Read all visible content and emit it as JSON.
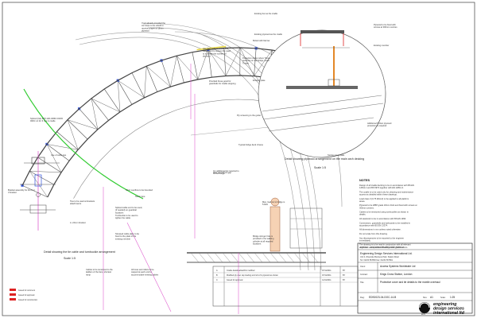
{
  "sheet": {
    "colors": {
      "line": "#444444",
      "pink": "#e060d0",
      "green": "#33cc33",
      "blue": "#3355dd",
      "orange": "#e07a10",
      "cyan": "#33bbdd",
      "yellow": "#e8d84a",
      "red": "#dd2222"
    }
  },
  "left_detail": {
    "caption": "Detail showing the tie cable and turnbuckle arrangement",
    "scale": "Scale 1:5"
  },
  "right_detail": {
    "caption": "Detail showing plywood arrangement on the main arch decking",
    "scale": "Scale 1:5"
  },
  "annotations": [
    "If not already provided the car stops to be rebuilt to receive a layer of 18mm plywood",
    "Use the cradle to check the weight and to reduce the need to increase the number of plywood",
    "Protection decks where Tolma, assumes on the bridge, head Timber",
    "Provided these good for guardrails for cradle stopping",
    "Ply screening to the gutter",
    "Typical bridge deck l-frame",
    "Spliced (Gk) EDY-A01-MDR-C0203 0049 1-2 for 6 nos in cradle",
    "Also sand 5mm gap",
    "Bracket assembly for the 2 or 3 bracket",
    "Ties to be used at brackets attachments",
    "A. 24mm bracket",
    "Stock rope",
    "Use of cable ties",
    "Short overflow to be bounded",
    "Spliced cable end to be used, (if needed) on guardrail locations",
    "Turnbuckle to be used to tighten the cable",
    "Stressed cable plate to be fixed to the plate of the existing member",
    "Cables to be tensioned to the ladders of the fans, shortest ramp",
    "All tress and rollers to be capped at each end to accommodate existing cables",
    "Inn additional ply required to fill the bridge",
    "Max. load on to bridge is 5.0kN",
    "Bridge stringer hole is provided in the walking cylinder at all required locations",
    "Existing bar as the cradle",
    "Existing plywood as the cradle",
    "Plywood to be fixed with screws at 300mm centres",
    "Additional Timber plywood protection is required",
    "Bolted with flat bar",
    "Existing plate",
    "Section steel plate",
    "Existing member"
  ],
  "general_notes": {
    "heading": "NOTES",
    "items": [
      "Design of all cradle decking to be in accordance with BS EN 12811-1 and BS 5973 together with EN 12811-3.",
      "The cradle is to be used only for cleaning and maintenance access as detailed within these drawings.",
      "Load class 3 (0.75 kN/m2) to be applied to all platform areas.",
      "Plywood to be WBP grade 18mm thick and fixed with screws at 300mm centres.",
      "Cables to be tensioned using turnbuckles as shown in details.",
      "All steelwork to be in accordance with BS EN 1993.",
      "Connections, guardrails and toeboards to be installed in accordance with BS EN 13374.",
      "All dimensions in mm unless noted otherwise.",
      "Do not scale from this drawing.",
      "Any discrepancies to be reported to the engineer immediately.",
      "The drawing is to be read in conjunction with all relevant engineers and specialist drawings and specifications."
    ]
  },
  "legend": {
    "items": [
      {
        "label": "Issued for comment",
        "color": "#dd2222"
      },
      {
        "label": "Issued for approval",
        "color": "#dd2222"
      },
      {
        "label": "Issued for construction",
        "color": "#dd2222"
      }
    ]
  },
  "revisions": [
    {
      "rev": "A",
      "description": "Cradle details added/No modified",
      "date": "07/11/2011",
      "by": "BY"
    },
    {
      "rev": "B",
      "description": "Modified ply over cap loading and raf to fix plywood as shown",
      "date": "07/11/2011",
      "by": "BY"
    },
    {
      "rev": "C",
      "description": "Issued for approval",
      "date": "14/11/2011",
      "by": "BY"
    }
  ],
  "title_block": {
    "ref_label": "EXIP Ref:",
    "ref_value": "EN2-OWG-KPR-M5R-C8000_5001-1.2",
    "company": "Engineering Design Services International Ltd.",
    "address_lines": [
      "Unit 4, Riverside Business Park, Station Road",
      "Tel: 01234 567890   Fax: 01234 567891"
    ],
    "client_label": "Client:",
    "client_value": "Access Systems Worldwide Ltd",
    "contract_label": "Contract:",
    "contract_value": "Kings Cross Station, London",
    "title_label": "Title:",
    "title_value": "Protective cover and tie details to the mobile overhaul",
    "dwg_label": "Dwg:",
    "dwg_value": "EDS0023-04-DOC-14-B",
    "size_label": "Size:",
    "size_value": "A1",
    "scale_label": "Scale:",
    "scale_value": "1:25",
    "logo_mark": "EDS",
    "logo_text": [
      "engineering",
      "design services",
      "international ltd"
    ]
  }
}
